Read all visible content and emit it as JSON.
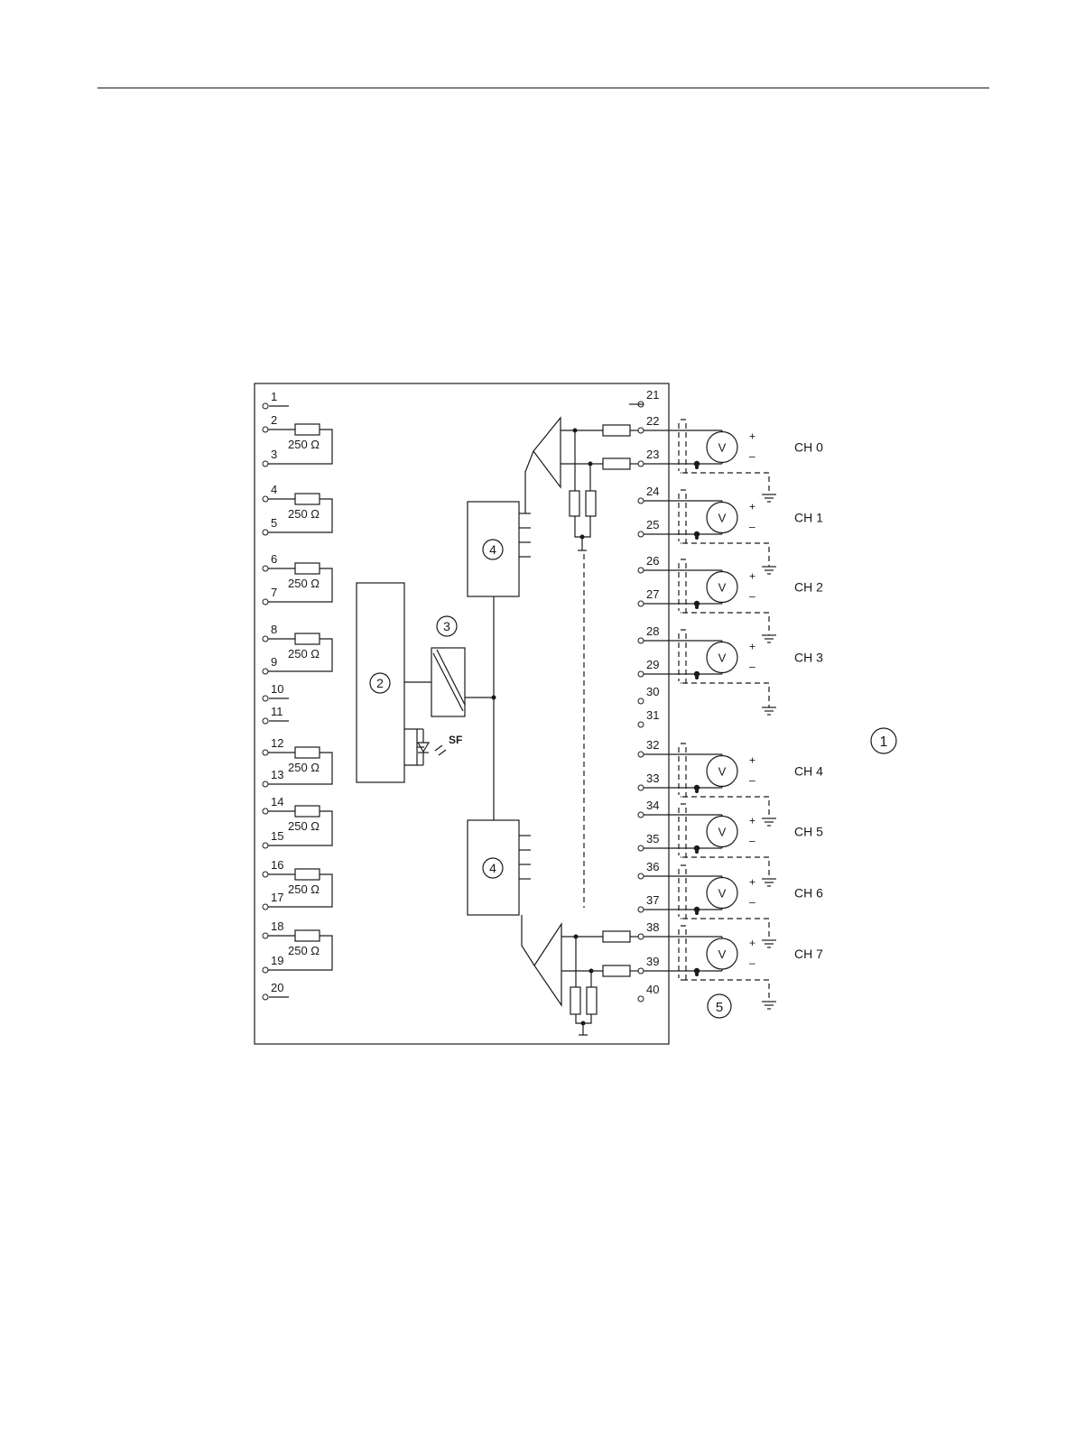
{
  "callouts": {
    "1": "1",
    "2": "2",
    "3": "3",
    "4": "4",
    "5": "5"
  },
  "led": {
    "label": "SF"
  },
  "resistor_label": "250 Ω",
  "voltmeter_symbol": "V",
  "polarity": {
    "plus": "+",
    "minus": "–"
  },
  "left_terminals": [
    "1",
    "2",
    "3",
    "4",
    "5",
    "6",
    "7",
    "8",
    "9",
    "10",
    "11",
    "12",
    "13",
    "14",
    "15",
    "16",
    "17",
    "18",
    "19",
    "20"
  ],
  "left_resistor_pairs": [
    [
      "2",
      "3"
    ],
    [
      "4",
      "5"
    ],
    [
      "6",
      "7"
    ],
    [
      "8",
      "9"
    ],
    [
      "12",
      "13"
    ],
    [
      "14",
      "15"
    ],
    [
      "16",
      "17"
    ],
    [
      "18",
      "19"
    ]
  ],
  "right_terminals": [
    "21",
    "22",
    "23",
    "24",
    "25",
    "26",
    "27",
    "28",
    "29",
    "30",
    "31",
    "32",
    "33",
    "34",
    "35",
    "36",
    "37",
    "38",
    "39",
    "40"
  ],
  "channels": [
    {
      "label": "CH 0",
      "plus": "22",
      "minus": "23"
    },
    {
      "label": "CH 1",
      "plus": "24",
      "minus": "25"
    },
    {
      "label": "CH 2",
      "plus": "26",
      "minus": "27"
    },
    {
      "label": "CH 3",
      "plus": "28",
      "minus": "29"
    },
    {
      "label": "CH 4",
      "plus": "32",
      "minus": "33"
    },
    {
      "label": "CH 5",
      "plus": "34",
      "minus": "35"
    },
    {
      "label": "CH 6",
      "plus": "36",
      "minus": "37"
    },
    {
      "label": "CH 7",
      "plus": "38",
      "minus": "39"
    }
  ]
}
